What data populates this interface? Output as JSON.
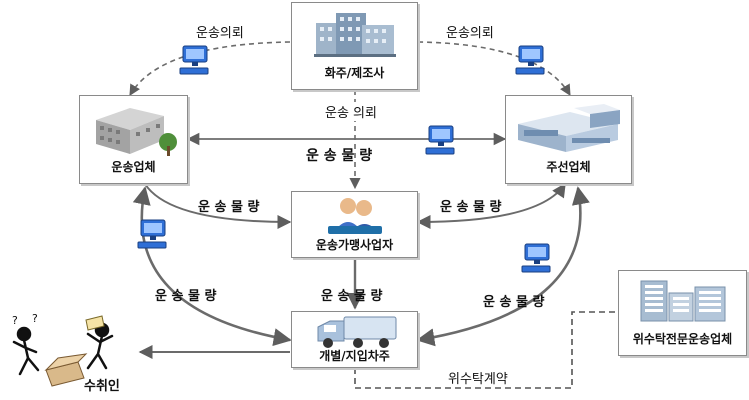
{
  "nodes": {
    "shipper": "화주/제조사",
    "transport_company": "운송업체",
    "forwarder": "주선업체",
    "franchise": "운송가맹사업자",
    "owner_driver": "개별/지입차주",
    "subcontract_company": "위수탁전문운송업체",
    "receiver": "수취인"
  },
  "links": {
    "request_left": "운송의뢰",
    "request_right": "운송의뢰",
    "request_center": "운송 의뢰",
    "cargo_horizontal": "운  송  물  량",
    "cargo_left_upper": "운 송 물 량",
    "cargo_right_upper": "운 송 물 량",
    "cargo_left_lower": "운 송 물 량",
    "cargo_center_lower": "운 송 물 량",
    "cargo_right_lower": "운 송 물 량",
    "contract": "위수탁계약"
  },
  "colors": {
    "arrow": "#6b6b6b",
    "box_border": "#8a8a8a",
    "computer_blue": "#2f6fd6"
  },
  "icons": [
    "building-icon",
    "office-block-icon",
    "warehouse-icon",
    "people-icon",
    "truck-icon",
    "computer-icon",
    "recipient-icon"
  ]
}
